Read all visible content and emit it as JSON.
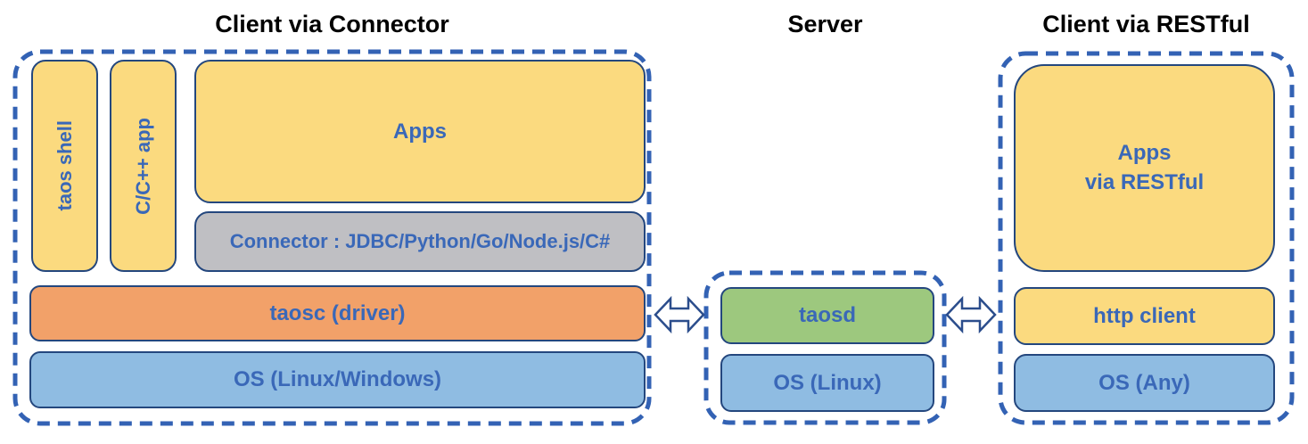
{
  "colors": {
    "yellow_fill": "#FBDA7F",
    "gray_fill": "#BFBFC3",
    "orange_fill": "#F2A169",
    "blue_fill": "#8FBCE2",
    "green_fill": "#9DC87E",
    "box_border": "#24477E",
    "dashed_border": "#3362B4",
    "label_text": "#3A68B8",
    "title_text": "#000000",
    "arrow_fill": "#FFFFFF"
  },
  "sections": [
    {
      "id": "client-via-connector",
      "title": "Client via Connector",
      "boxes": [
        {
          "label": "taos shell",
          "fill": "yellow",
          "orientation": "vertical"
        },
        {
          "label": "C/C++ app",
          "fill": "yellow",
          "orientation": "vertical"
        },
        {
          "label": "Apps",
          "fill": "yellow"
        },
        {
          "label": "Connector : JDBC/Python/Go/Node.js/C#",
          "fill": "gray"
        },
        {
          "label": "taosc (driver)",
          "fill": "orange"
        },
        {
          "label": "OS (Linux/Windows)",
          "fill": "blue"
        }
      ]
    },
    {
      "id": "server",
      "title": "Server",
      "boxes": [
        {
          "label": "taosd",
          "fill": "green"
        },
        {
          "label": "OS (Linux)",
          "fill": "blue"
        }
      ]
    },
    {
      "id": "client-via-restful",
      "title": "Client via RESTful",
      "boxes": [
        {
          "label_lines": [
            "Apps",
            "via RESTful"
          ],
          "fill": "yellow"
        },
        {
          "label": "http client",
          "fill": "yellow"
        },
        {
          "label": "OS (Any)",
          "fill": "blue"
        }
      ]
    }
  ],
  "connectors": [
    {
      "id": "arrow-client-server",
      "type": "double-headed-arrow"
    },
    {
      "id": "arrow-server-restful",
      "type": "double-headed-arrow"
    }
  ]
}
